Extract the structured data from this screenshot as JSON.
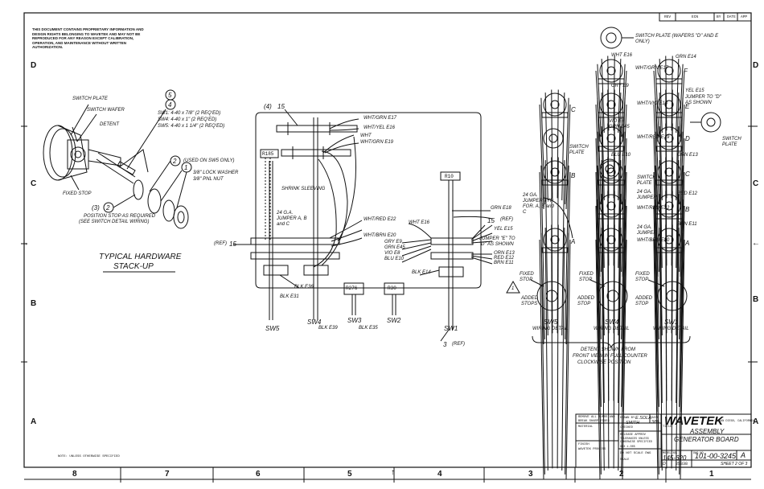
{
  "notice": "THIS DOCUMENT CONTAINS PROPRIETARY INFORMATION AND DESIGN RIGHTS BELONGING TO WAVETEK AND MAY NOT BE REPRODUCED FOR ANY REASON EXCEPT CALIBRATION, OPERATION, AND MAINTENANCE WITHOUT WRITTEN AUTHORIZATION.",
  "zones": {
    "rows": [
      "D",
      "C",
      "B",
      "A"
    ],
    "cols": [
      "8",
      "7",
      "6",
      "5",
      "4",
      "3",
      "2",
      "1"
    ]
  },
  "revision_block": [
    "REV",
    "ECN",
    "BY",
    "DATE",
    "APP"
  ],
  "stackup": {
    "switch_plate": "SWITCH PLATE",
    "switch_wafer": "SWITCH WAFER",
    "detent": "DETENT",
    "fixed_stop": "FIXED STOP",
    "item5": "5",
    "item4": "4",
    "item3": "3",
    "item2": "2",
    "item2b": "2",
    "item1": "1",
    "screws": [
      "SW1: 4-40 x 7/8\" (2 REQ'ED)",
      "SW4: 4-40 x 1\" (2 REQ'ED)",
      "SW5: 4-40 x 1 1/4\" (2 REQ'ED)"
    ],
    "used_on": "(USED ON SW5 ONLY)",
    "lock_washer": "3/8\" LOCK WASHER",
    "pnl_nut": "3/8\" PNL NUT",
    "position_stop": "POSITION STOP AS REQUIRED",
    "see_detail": "(SEE SWITCH DETAIL WIRING)",
    "title_line1": "TYPICAL HARDWARE",
    "title_line2": "STACK-UP"
  },
  "board": {
    "item15_top": "15",
    "item15_top_prefix": "(4)",
    "r185": "R185",
    "shrink": "SHRINK SLEEVING",
    "jumper": "24 G.A. JUMPER A, B and C",
    "ref15": "(REF)",
    "ref15_num": "15",
    "r10": "R10",
    "wires_top": [
      "WHT/GRN E17",
      "WHT/YEL E16",
      "WHT",
      "WHT/GRN E19"
    ],
    "wht_red": "WHT/RED E22",
    "wht_brn": "WHT/BRN E20",
    "wht_e16": "WHT E16",
    "grn_e18": "GRN E18",
    "ref_r": "(REF)",
    "item15_r": "15",
    "yel_e15": "YEL E15",
    "jumper_e_d": "JUMPER \"E\" TO \"D\" AS SHOWN",
    "wires_mid": [
      "GRY E9",
      "GRN E45",
      "VIO E8",
      "BLU E10"
    ],
    "wires_right": [
      "ORN E13",
      "RED E12",
      "BRN E11"
    ],
    "blk_e14": "BLK E14",
    "blk_e36": "BLK E36",
    "blk_e31": "BLK E31",
    "r276": "R276",
    "r30": "R30",
    "blk_e39": "BLK E39",
    "blk_e35": "BLK E35",
    "sw_labels": [
      "SW5",
      "SW4",
      "SW3",
      "SW2",
      "SW1"
    ],
    "item3": "3",
    "item3_ref": "(REF)"
  },
  "wafers": {
    "switch_plate_top": "SWITCH PLATE (WAFERS \"D\" AND E ONLY)",
    "top_left": [
      "WHT E16",
      "WHT/GRN E17"
    ],
    "grn_e14": "GRN E14",
    "f": "F",
    "gry_e9": "GRY E9",
    "wht_vio_e18": "WHT/VIO E18",
    "yel_e15": "YEL E15",
    "jumper_d": "JUMPER TO \"D\" AS SHOWN",
    "e": "E",
    "vio_e8": "VIO E8",
    "grn_e45": "GRN E45",
    "wht_red_e19": "WHT/RED E19",
    "d": "D",
    "blu_e10": "BLU E10",
    "grn_e13": "GRN E13",
    "c": "C",
    "switch_plate_l": "SWITCH PLATE",
    "switch_plate_m": "SWITCH PLATE",
    "switch_plate_r": "SWITCH PLATE",
    "jumper_24_left": "24 GA. JUMPER TYP FOR. A, B and C",
    "jumper_24_b": "24 GA. JUMPER",
    "wht_red_e22": "WHT/RED E22",
    "red_e12": "RED E12",
    "b": "B",
    "jumper_24_a": "24 GA. JUMPER",
    "wht_brn_e20": "WHT/BRN E20",
    "brn_e11": "BRN E11",
    "a": "A",
    "col_c": "C",
    "col_b": "B",
    "col_a": "A"
  },
  "details": {
    "fixed_stop": "FIXED STOP",
    "added_stop": "ADDED STOP",
    "added_stops": "ADDED STOPS",
    "warning": "1",
    "names": [
      "SW5",
      "SW4",
      "SW1"
    ],
    "wiring": "WIRING DETAIL",
    "note_line1": "DETENT SHOWN FROM",
    "note_line2": "FRONT VIEW IN FULL COUNTER",
    "note_line3": "CLOCKWISE POSITION"
  },
  "title_block": {
    "remove_burrs": "REMOVE ALL BURRS AND BREAK SHARP EDGES",
    "material": "MATERIAL",
    "finish": "FINISH",
    "process": "WAVETEK PROCESS",
    "drawn_by": "DRAWN BY",
    "drawn_name": "E.SOLA",
    "drawn_name2": "SMITH",
    "checked": "CHECKED",
    "release": "RELEASE APPROV",
    "tolerances": "TOLERANCES UNLESS OTHERWISE SPECIFIED",
    "xxx": "XXX  ±.005",
    "dont_scale": "DO NOT SCALE DWG",
    "scale": "SCALE",
    "date": "DATE",
    "date_val": "3/85",
    "title_label": "TITLE",
    "brand": "WAVETEK",
    "brand_loc": "SAN DIEGO, CALIFORNIA",
    "title1": "ASSEMBLY",
    "title2": "GENERATOR BOARD",
    "model": "MODEL NO.",
    "model_val": "145-620",
    "dwg_no": "DWG NO.",
    "dwg_val": "101-00-3245",
    "rev": "A",
    "code": "25338",
    "sheet": "SHEET 2 OF 3",
    "size": "D"
  },
  "note_bottom": "NOTE: UNLESS OTHERWISE SPECIFIED"
}
